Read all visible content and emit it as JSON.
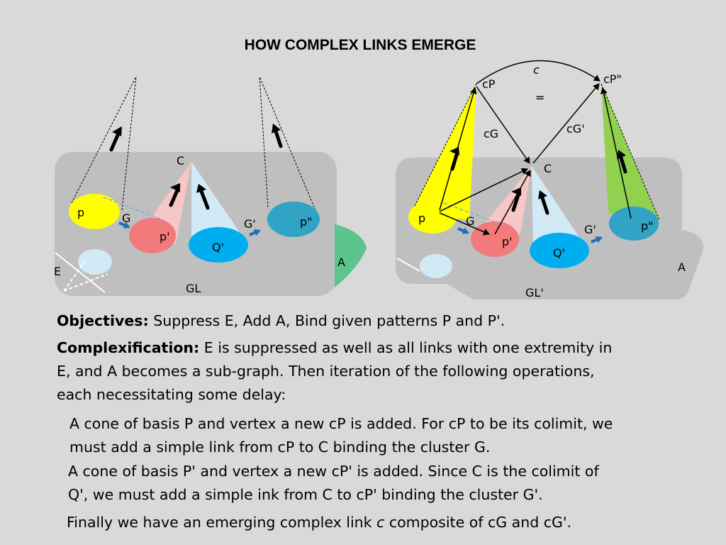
{
  "title": "HOW COMPLEX LINKS EMERGE",
  "left_diagram": {
    "labels": {
      "C": "C",
      "p": "p",
      "G": "G",
      "p_prime": "p'",
      "Q_prime": "Q'",
      "G_prime": "G'",
      "p_dprime": "p\"",
      "A": "A",
      "E": "E",
      "GL": "GL"
    }
  },
  "right_diagram": {
    "labels": {
      "c": "c",
      "cP": "cP",
      "cP_dprime": "cP\"",
      "equals": "=",
      "cG": "cG",
      "cG_prime": "cG'",
      "C": "C",
      "p": "p",
      "G": "G",
      "p_prime": "p'",
      "Q_prime": "Q'",
      "G_prime": "G'",
      "p_dprime": "p\"",
      "A": "A",
      "GL_prime": "GL'"
    }
  },
  "colors": {
    "yellow": "#ffff00",
    "salmon": "#f27a7a",
    "cyan": "#00aeef",
    "teal": "#31a3c4",
    "pink": "#f7c6c6",
    "lightblue": "#d2eaf6",
    "green": "#92d050",
    "mint": "#5cc48c",
    "gray": "#bfbfbf",
    "arrow_blue": "#1f6fc0"
  },
  "text": {
    "objectives_label": "Objectives:",
    "objectives_text": " Suppress E, Add A, Bind given patterns P and P'.",
    "complex_label": "Complexification:",
    "complex_line1": " E is suppressed as well as all links with one extremity in",
    "complex_line2": "E, and A becomes a sub-graph. Then iteration of the following operations,",
    "complex_line3": "each necessitating some delay:",
    "step1_line1": "A cone of basis P and vertex a new cP is added. For cP to be its colimit, we",
    "step1_line2": "must add a simple link from cP to C binding the cluster G.",
    "step2_line1": "A cone of basis P' and vertex a new cP' is added. Since C is the colimit of",
    "step2_line2": "Q', we must add a simple ink from C to cP' binding the cluster G'.",
    "final_prefix": "Finally we have an emerging complex link ",
    "final_c": "c",
    "final_suffix": " composite of cG and cG'."
  }
}
